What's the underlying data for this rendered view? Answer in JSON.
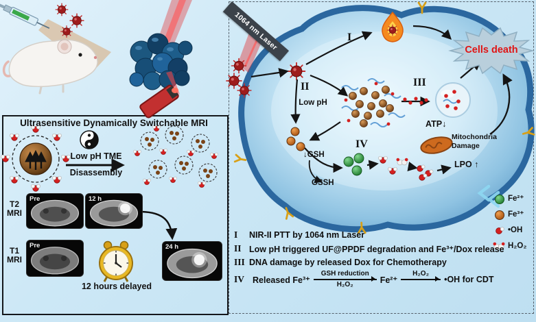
{
  "figure": {
    "banner": "1064 nm Laser"
  },
  "mri_panel": {
    "title": "Ultrasensitive Dynamically Switchable MRI",
    "trigger_line1": "Low pH TME",
    "trigger_line2": "Disassembly",
    "t2_line1": "T2",
    "t2_line2": "MRI",
    "t1_line1": "T1",
    "t1_line2": "MRI",
    "scans": {
      "t2_pre": "Pre",
      "t2_12h": "12 h",
      "t1_pre": "Pre",
      "t1_24h": "24 h"
    },
    "delay_note": "12 hours delayed"
  },
  "cell": {
    "steps": {
      "i": "I",
      "ii": "II",
      "iii": "III",
      "iv": "IV"
    },
    "low_ph": "Low pH",
    "cells_death": "Cells death",
    "atp": "ATP↓",
    "mito_line1": "Mitochondria",
    "mito_line2": "Damage",
    "lpo": "LPO ↑",
    "gsh": "↓GSH",
    "gssh": "GSSH"
  },
  "legend": {
    "fe2": "Fe²⁺",
    "fe3": "Fe³⁺",
    "oh": "•OH",
    "h2o2": "H₂O₂"
  },
  "caption": {
    "items": [
      {
        "num": "I",
        "text": "NIR-II PTT by 1064 nm Laser"
      },
      {
        "num": "II",
        "text": "Low pH triggered UF@PPDF degradation and Fe³⁺/Dox release"
      },
      {
        "num": "III",
        "text": "DNA damage by released Dox for Chemotherapy"
      }
    ],
    "reaction": {
      "num": "IV",
      "prefix": "Released Fe³⁺",
      "arrow1_top": "GSH reduction",
      "arrow1_bottom": "H₂O₂",
      "mid": "Fe²⁺",
      "arrow2_top": "H₂O₂",
      "suffix": "•OH for CDT"
    }
  }
}
